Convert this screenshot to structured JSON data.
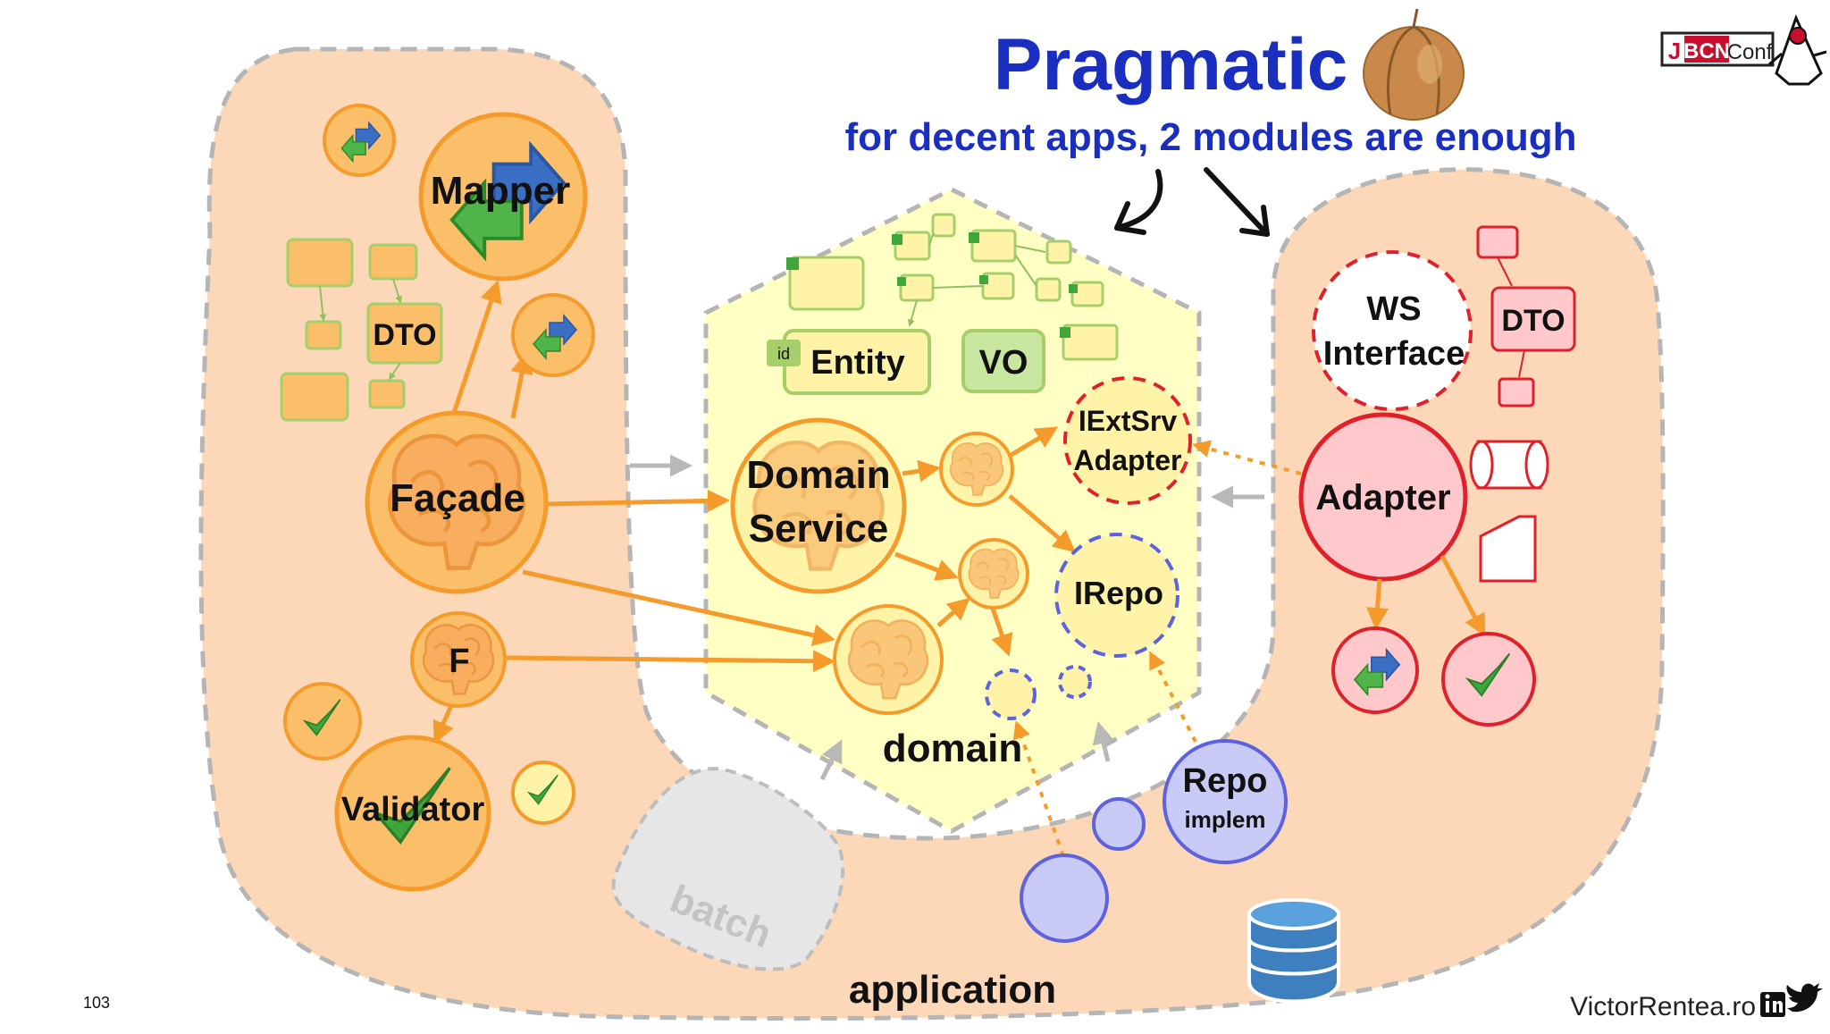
{
  "title": "Pragmatic",
  "subtitle": "for decent apps, 2 modules are enough",
  "slide_number": "103",
  "footer_author": "VictorRentea.ro",
  "conf_logo_text": {
    "j": "J",
    "bcn": "BCN",
    "conf": "Conf"
  },
  "module_labels": {
    "application": "application",
    "domain": "domain",
    "batch": "batch"
  },
  "app_left": {
    "mapper": "Mapper",
    "dto": "DTO",
    "facade": "Façade",
    "f": "F",
    "validator": "Validator"
  },
  "domain_nodes": {
    "id_badge": "id",
    "entity": "Entity",
    "vo": "VO",
    "domain_service_line1": "Domain",
    "domain_service_line2": "Service",
    "iextsrv_line1": "IExtSrv",
    "iextsrv_line2": "Adapter",
    "irepo": "IRepo"
  },
  "infra": {
    "ws_line1": "WS",
    "ws_line2": "Interface",
    "dto": "DTO",
    "adapter": "Adapter",
    "repo_line1": "Repo",
    "repo_line2": "implem"
  },
  "icons": [
    "onion-icon",
    "duke-mascot-icon",
    "brain-icon",
    "mapper-arrows-icon",
    "check-icon",
    "database-icon",
    "document-icon",
    "cylinder-icon",
    "linkedin-icon",
    "twitter-icon"
  ],
  "colors": {
    "title_blue": "#1a2fbf",
    "orange_fill": "#fbbf6a",
    "orange_stroke": "#f59b2c",
    "yellow_fill": "#fff3a8",
    "red_stroke": "#e0202a",
    "red_fill": "#ffc9cc",
    "blue_fill": "#c9cbf6",
    "blue_stroke": "#5d63de",
    "module_bg": "#fcd8b8"
  }
}
